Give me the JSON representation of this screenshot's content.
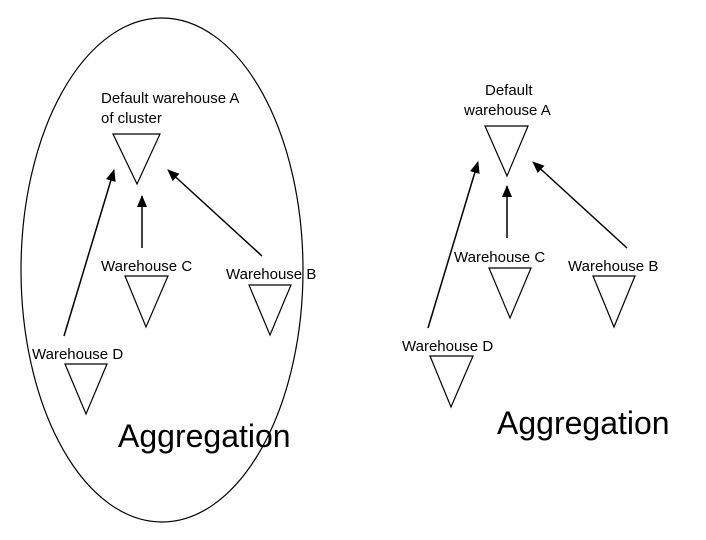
{
  "left_diagram": {
    "root_label_line1": "Default warehouse A",
    "root_label_line2": "of cluster",
    "warehouse_c": "Warehouse C",
    "warehouse_b": "Warehouse B",
    "warehouse_d": "Warehouse D",
    "caption": "Aggregation"
  },
  "right_diagram": {
    "root_label_line1": "Default",
    "root_label_line2": "warehouse A",
    "warehouse_c": "Warehouse C",
    "warehouse_b": "Warehouse B",
    "warehouse_d": "Warehouse D",
    "caption": "Aggregation"
  },
  "colors": {
    "stroke": "#000000",
    "background": "#ffffff"
  }
}
